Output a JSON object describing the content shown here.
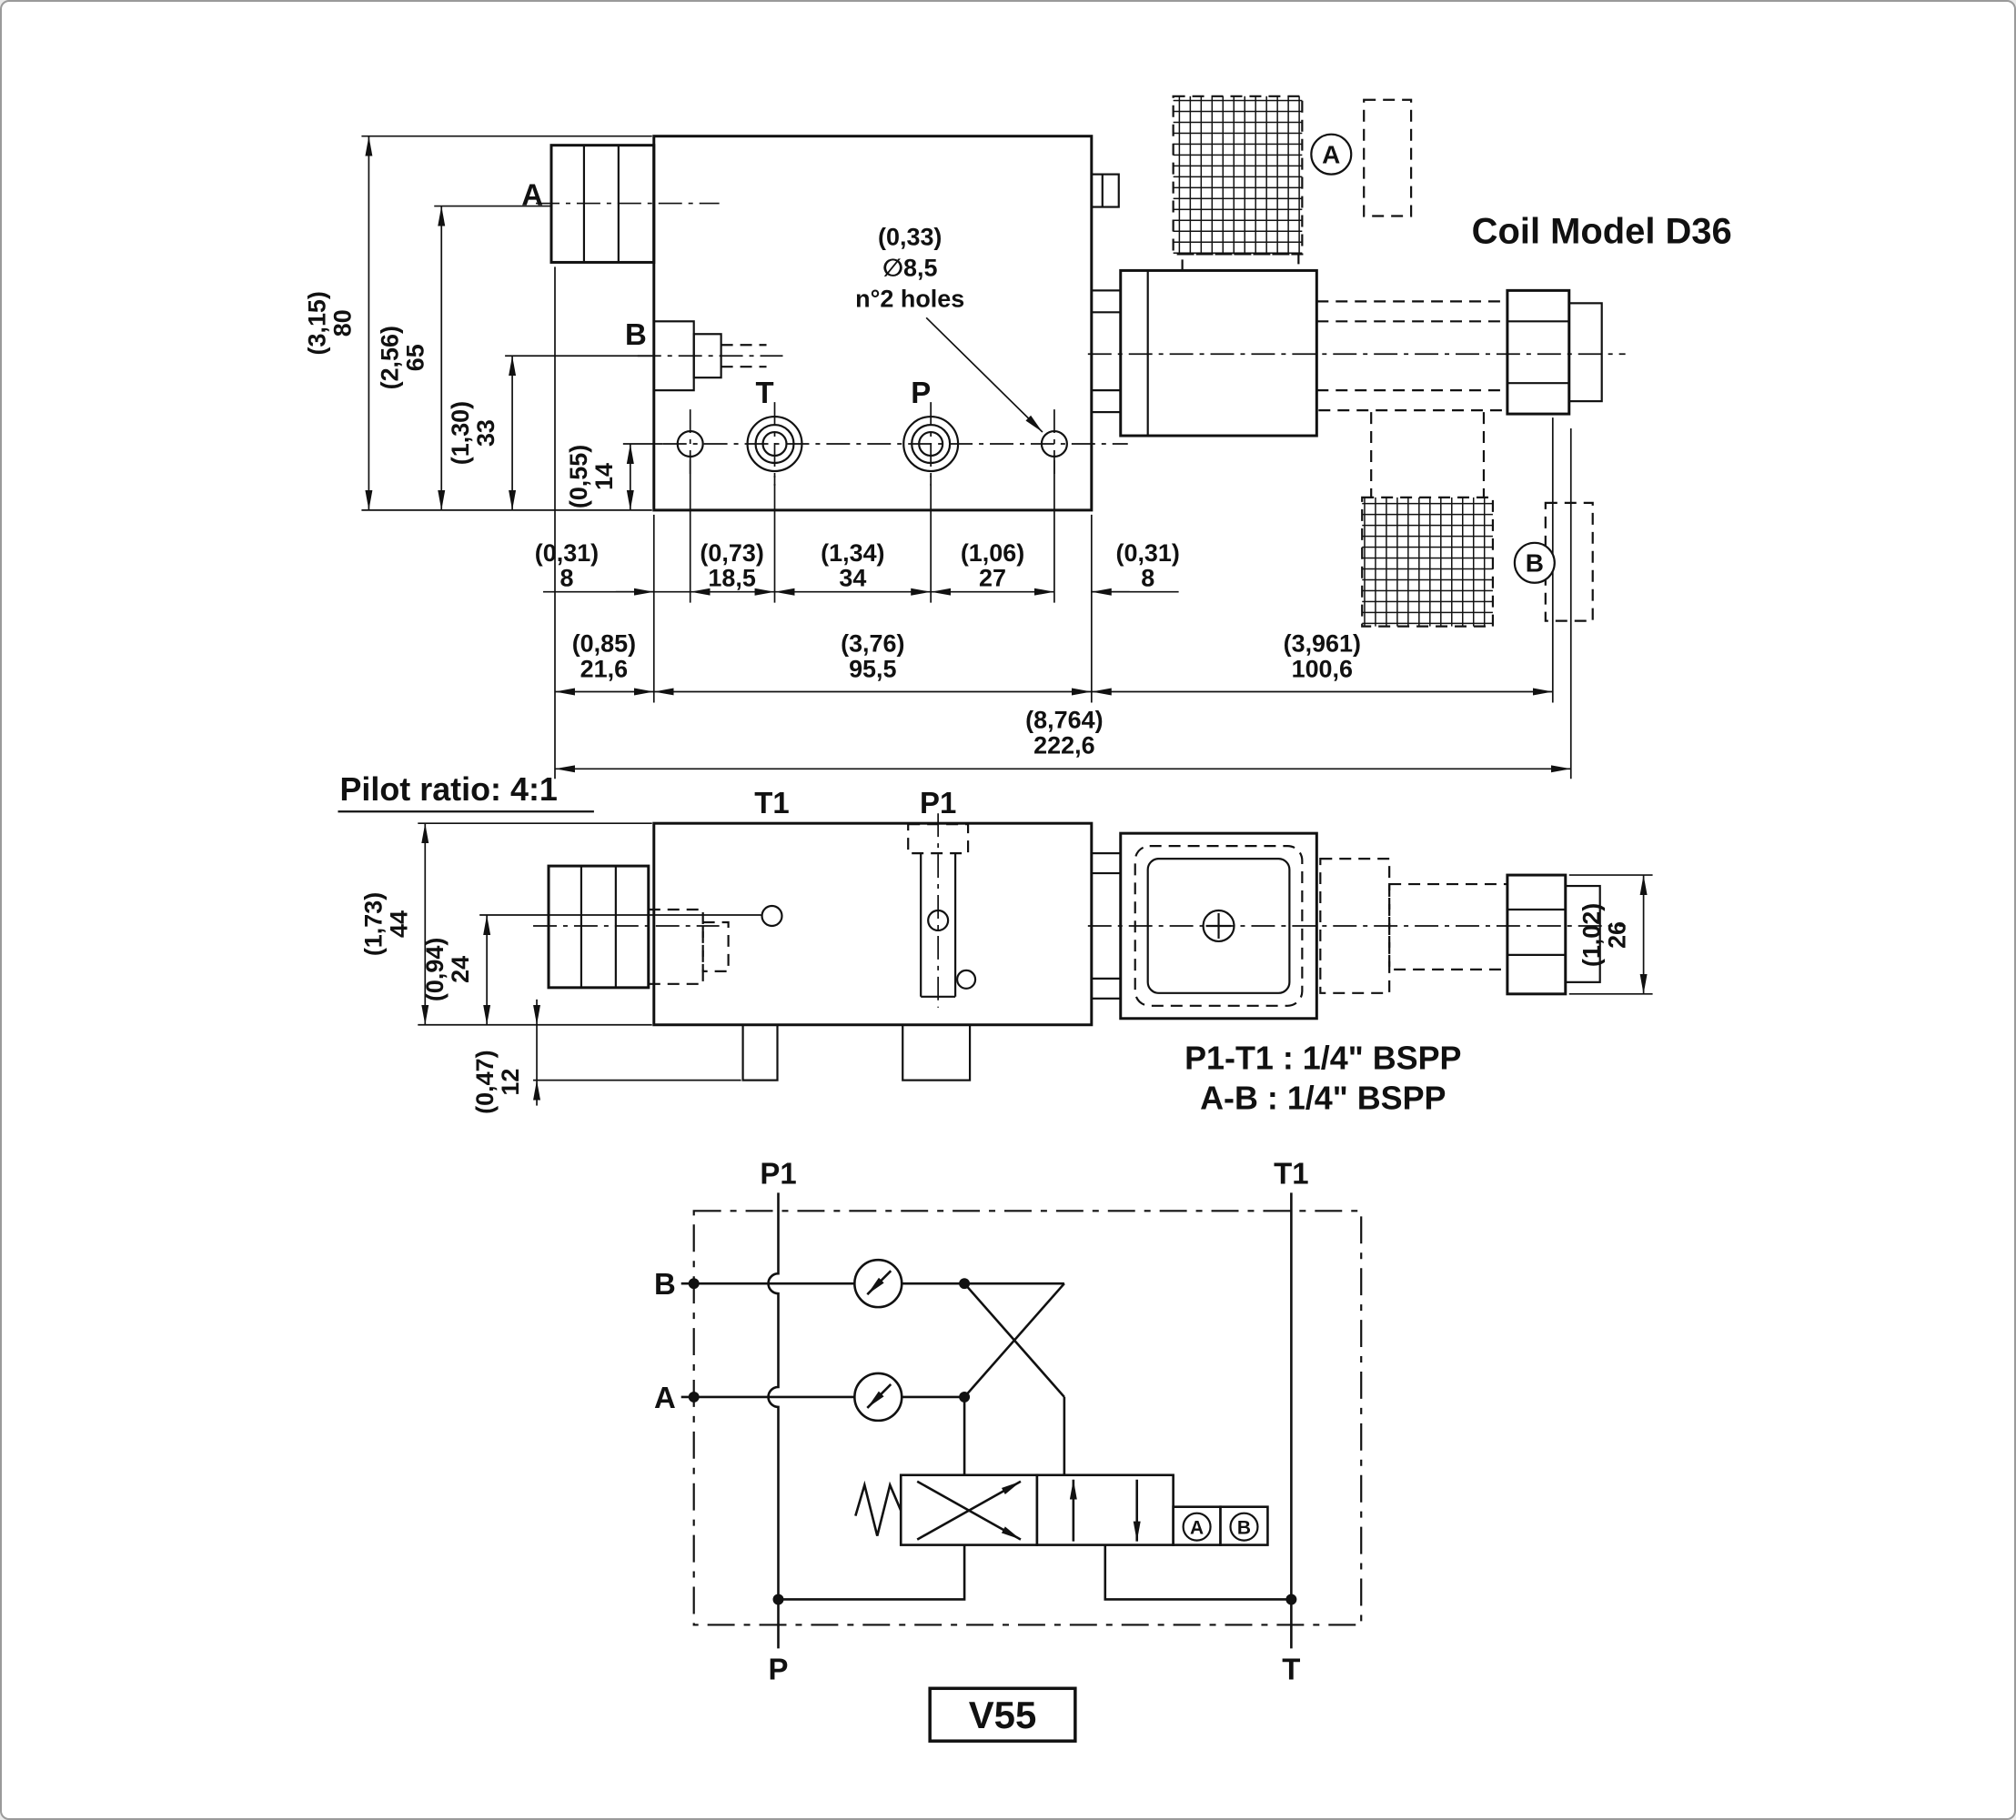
{
  "coil_model_title": "Coil Model D36",
  "pilot_ratio_label": "Pilot ratio: 4:1",
  "port_notes": {
    "line1": "P1-T1 : 1/4\" BSPP",
    "line2": "A-B : 1/4\" BSPP"
  },
  "model_code": "V55",
  "hole_callout": {
    "inch": "(0,33)",
    "diameter": "∅8,5",
    "count": "n°2 holes"
  },
  "top_view": {
    "port_labels": {
      "a": "A",
      "b": "B",
      "t": "T",
      "p": "P"
    },
    "coil_labels": {
      "a": "A",
      "b": "B"
    },
    "vertical_dims": [
      {
        "inch": "(3,15)",
        "mm": "80"
      },
      {
        "inch": "(2,56)",
        "mm": "65"
      },
      {
        "inch": "(1,30)",
        "mm": "33"
      },
      {
        "inch": "(0,55)",
        "mm": "14"
      }
    ],
    "width_dims_row1": [
      {
        "inch": "(0,31)",
        "mm": "8"
      },
      {
        "inch": "(0,73)",
        "mm": "18,5"
      },
      {
        "inch": "(1,34)",
        "mm": "34"
      },
      {
        "inch": "(1,06)",
        "mm": "27"
      },
      {
        "inch": "(0,31)",
        "mm": "8"
      }
    ],
    "width_dims_row2": [
      {
        "inch": "(0,85)",
        "mm": "21,6"
      },
      {
        "inch": "(3,76)",
        "mm": "95,5"
      },
      {
        "inch": "(3,961)",
        "mm": "100,6"
      }
    ],
    "overall_width_dim": {
      "inch": "(8,764)",
      "mm": "222,6"
    }
  },
  "side_view": {
    "port_labels": {
      "t1": "T1",
      "p1": "P1"
    },
    "vertical_dims": [
      {
        "inch": "(1,73)",
        "mm": "44"
      },
      {
        "inch": "(0,94)",
        "mm": "24"
      },
      {
        "inch": "(0,47)",
        "mm": "12"
      },
      {
        "inch": "(1,02)",
        "mm": "26"
      }
    ]
  },
  "schematic": {
    "port_labels": {
      "p1": "P1",
      "t1": "T1",
      "b": "B",
      "a": "A",
      "p": "P",
      "t": "T"
    },
    "solenoid_labels": {
      "a": "A",
      "b": "B"
    }
  }
}
